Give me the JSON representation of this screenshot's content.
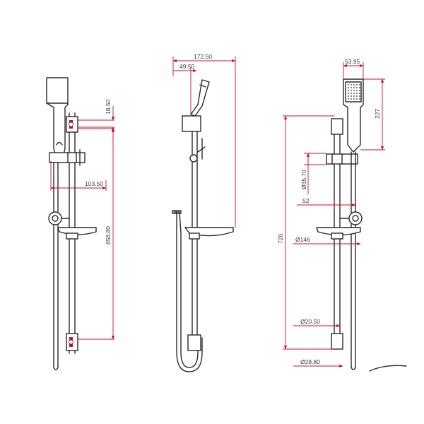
{
  "drawing": {
    "views": [
      "front-view",
      "side-view",
      "back-view"
    ],
    "line_color": "#2a2a2a",
    "dimension_color": "#c8102e",
    "dimensions": {
      "front": {
        "clamp_height": "18.50",
        "overall_length": "658.80",
        "head_offset": "103.50"
      },
      "side": {
        "total_depth": "172.50",
        "head_depth": "49.50"
      },
      "back": {
        "head_width": "53.95",
        "head_length": "227",
        "slider_diameter": "Ø35.70",
        "holder_offset": "52",
        "dish_diameter": "Ø146",
        "bar_length": "720",
        "bar_diameter": "Ø20.50",
        "bracket_diameter": "Ø28.80"
      }
    }
  }
}
